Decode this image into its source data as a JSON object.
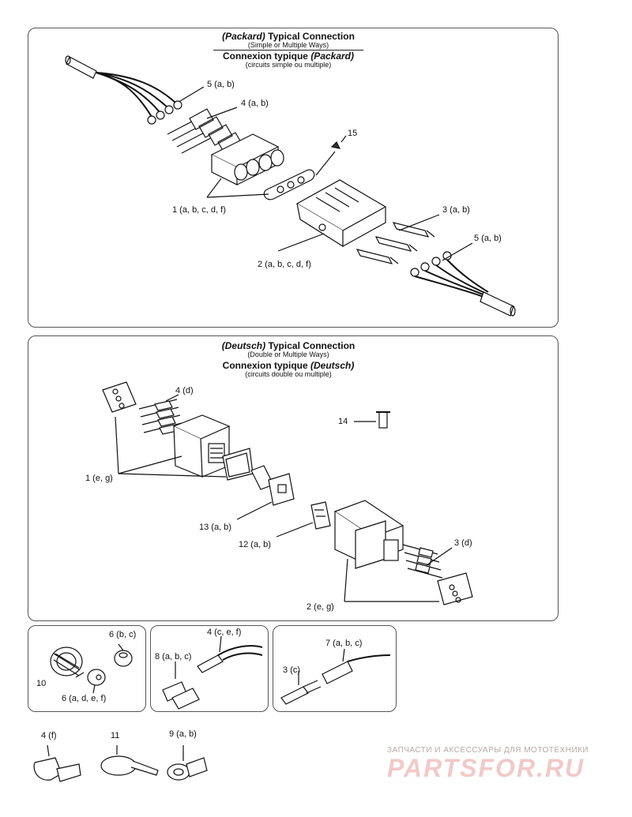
{
  "packard": {
    "title": "(Packard)",
    "title_rest": "Typical Connection",
    "subtitle": "(Simple or Multiple Ways)",
    "title_fr": "Connexion typique",
    "title_fr_brand": "(Packard)",
    "subtitle_fr": "(circuits simple ou multiple)",
    "labels": {
      "c5a": "5 (a, b)",
      "c4": "4 (a, b)",
      "c15": "15",
      "c1": "1 (a, b, c, d, f)",
      "c3": "3 (a, b)",
      "c5b": "5 (a, b)",
      "c2": "2 (a, b, c, d, f)"
    }
  },
  "deutsch": {
    "title": "(Deutsch)",
    "title_rest": "Typical Connection",
    "subtitle": "(Double or Multiple Ways)",
    "title_fr": "Connexion typique",
    "title_fr_brand": "(Deutsch)",
    "subtitle_fr": "(circuits double ou multiple)",
    "labels": {
      "c4d": "4 (d)",
      "c14": "14",
      "c1eg": "1 (e, g)",
      "c13": "13 (a, b)",
      "c12": "12 (a, b)",
      "c3d": "3 (d)",
      "c2eg": "2 (e, g)"
    }
  },
  "small_panels": {
    "p1": {
      "c6bc": "6 (b, c)",
      "c10": "10",
      "c6adef": "6 (a, d, e, f)"
    },
    "p2": {
      "c4cef": "4 (c, e, f)",
      "c8": "8 (a, b, c)"
    },
    "p3": {
      "c7": "7 (a, b, c)",
      "c3c": "3 (c)"
    }
  },
  "loose": {
    "c4f": "4 (f)",
    "c11": "11",
    "c9": "9 (a, b)"
  },
  "watermark": {
    "tagline": "ЗАПЧАСТИ И АКСЕССУАРЫ ДЛЯ МОТОТЕХНИКИ",
    "logo": "PARTSFOR.RU"
  }
}
